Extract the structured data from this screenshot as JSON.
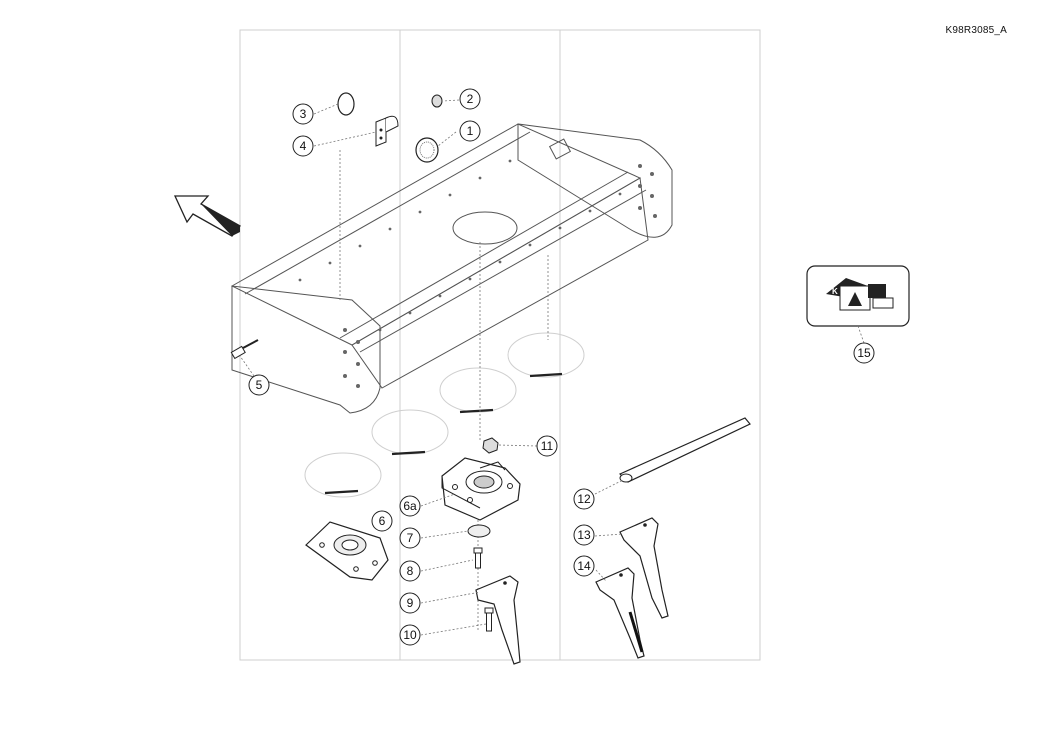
{
  "drawing_id": "K98R3085_A",
  "callouts": [
    {
      "id": "1",
      "label": "1"
    },
    {
      "id": "2",
      "label": "2"
    },
    {
      "id": "3",
      "label": "3"
    },
    {
      "id": "4",
      "label": "4"
    },
    {
      "id": "5",
      "label": "5"
    },
    {
      "id": "6",
      "label": "6"
    },
    {
      "id": "6a",
      "label": "6a"
    },
    {
      "id": "7",
      "label": "7"
    },
    {
      "id": "8",
      "label": "8"
    },
    {
      "id": "9",
      "label": "9"
    },
    {
      "id": "10",
      "label": "10"
    },
    {
      "id": "11",
      "label": "11"
    },
    {
      "id": "12",
      "label": "12"
    },
    {
      "id": "13",
      "label": "13"
    },
    {
      "id": "14",
      "label": "14"
    },
    {
      "id": "15",
      "label": "15"
    }
  ],
  "icons": [
    "direction-arrow-icon",
    "safety-decal-icon"
  ]
}
